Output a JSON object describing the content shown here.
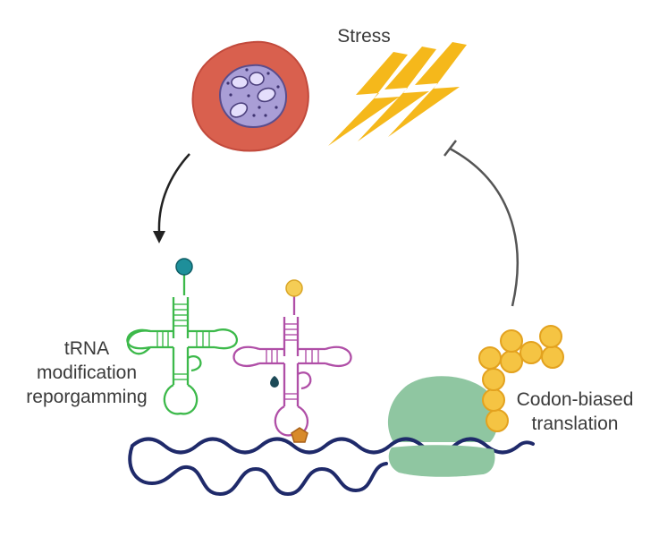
{
  "labels": {
    "stress": "Stress",
    "trna_line1": "tRNA",
    "trna_line2": "modification",
    "trna_line3": "reporgamming",
    "codon_line1": "Codon-biased",
    "codon_line2": "translation"
  },
  "colors": {
    "cell_membrane": "#d9604e",
    "nucleus": "#a99ed6",
    "lightning": "#f5b81b",
    "trna_green": "#3cb94a",
    "trna_pink": "#b04fa7",
    "modification_teal": "#1e8f9a",
    "modification_yellow": "#f5cd55",
    "modification_orange": "#d88a2a",
    "ribosome": "#8fc6a1",
    "peptide_beads": "#f5c443",
    "mrna": "#1f2a6a",
    "arrow": "#222222"
  }
}
